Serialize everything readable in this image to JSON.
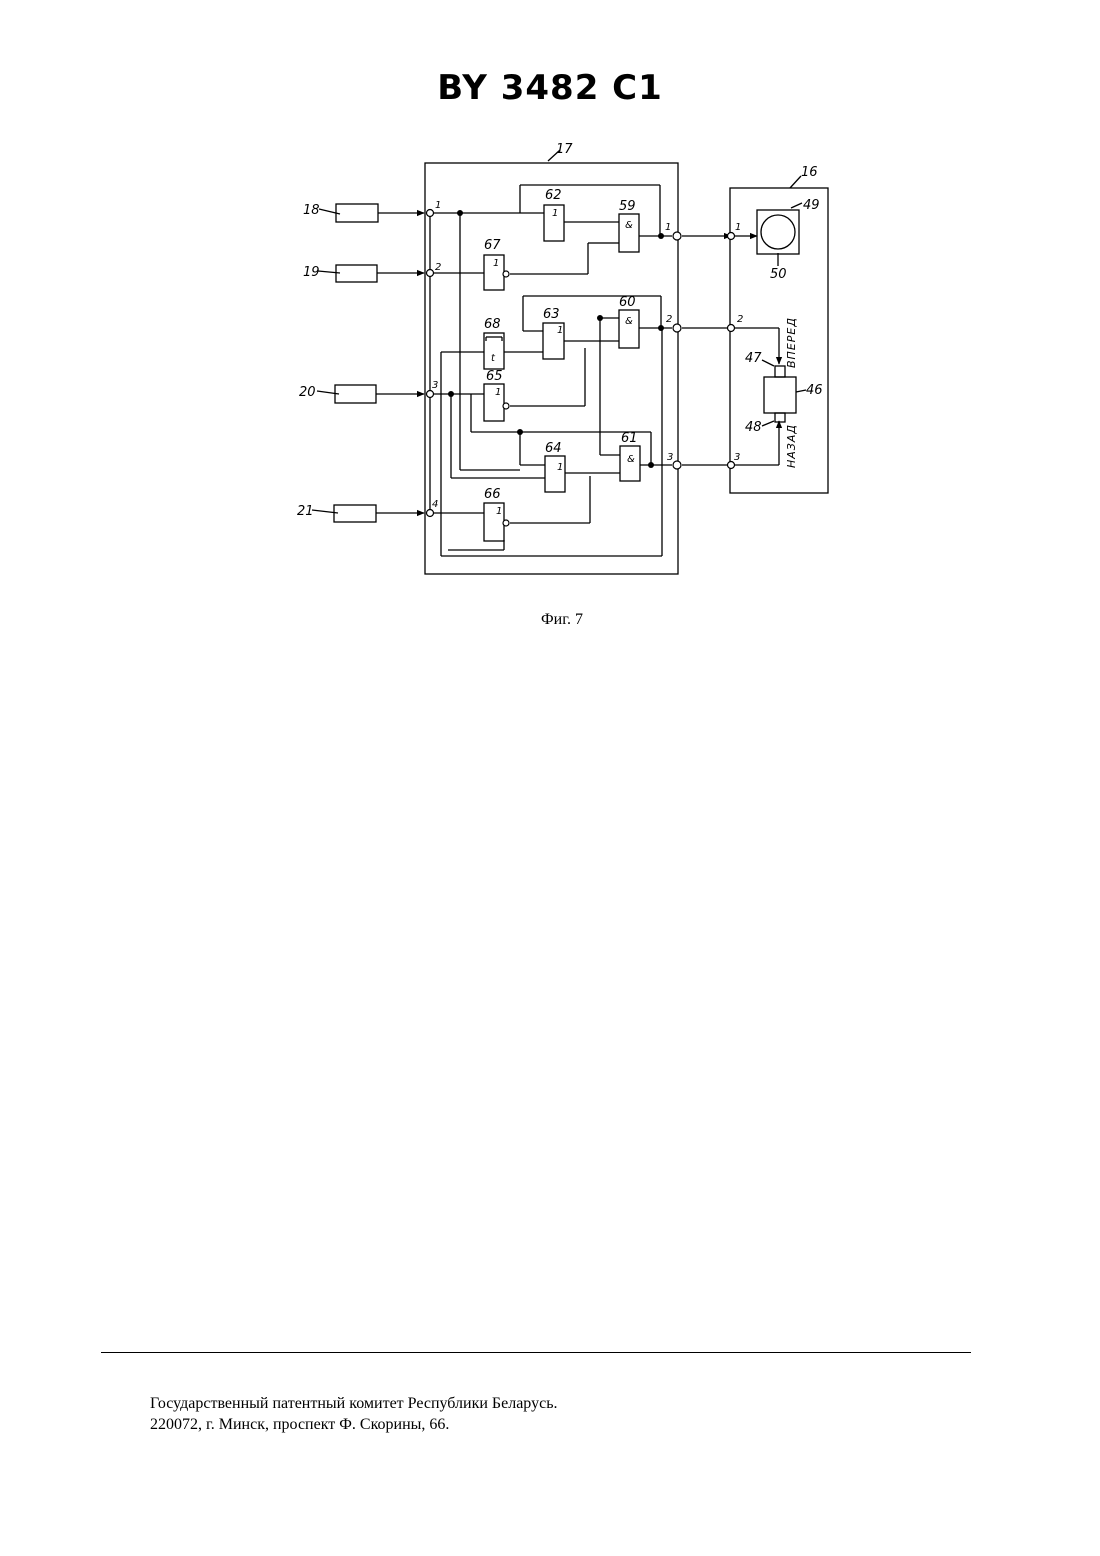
{
  "document": {
    "patent_number": "BY 3482 C1",
    "figure_caption": "Фиг. 7"
  },
  "diagram": {
    "external_blocks": [
      {
        "id": "block-18",
        "label": "18"
      },
      {
        "id": "block-19",
        "label": "19"
      },
      {
        "id": "block-20",
        "label": "20"
      },
      {
        "id": "block-21",
        "label": "21"
      }
    ],
    "unit_17": {
      "label": "17",
      "input_pins": [
        "1",
        "2",
        "3",
        "4"
      ],
      "output_pins": [
        "1",
        "2",
        "3"
      ],
      "elements": [
        {
          "label": "62",
          "symbol": "1"
        },
        {
          "label": "59",
          "symbol": "&"
        },
        {
          "label": "67",
          "symbol": "1"
        },
        {
          "label": "63",
          "symbol": "1"
        },
        {
          "label": "60",
          "symbol": "&"
        },
        {
          "label": "68",
          "symbol": "t"
        },
        {
          "label": "65",
          "symbol": "1"
        },
        {
          "label": "64",
          "symbol": "1"
        },
        {
          "label": "61",
          "symbol": "&"
        },
        {
          "label": "66",
          "symbol": "1"
        }
      ]
    },
    "unit_16": {
      "label": "16",
      "input_pins": [
        "1",
        "2",
        "3"
      ],
      "lamp_labels": [
        "49",
        "50"
      ],
      "motor_labels": [
        "46",
        "47",
        "48"
      ],
      "forward": "ВПЕРЕД",
      "backward": "НАЗАД"
    }
  },
  "footer": {
    "line1": "Государственный патентный комитет Республики Беларусь.",
    "line2": "220072, г. Минск, проспект Ф. Скорины, 66."
  }
}
